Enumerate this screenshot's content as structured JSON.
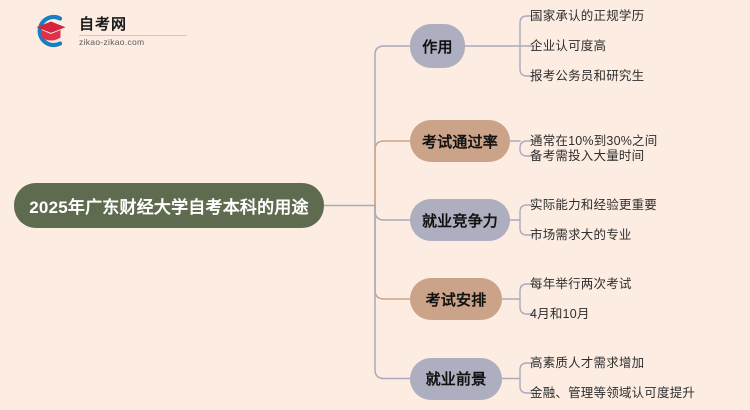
{
  "background_color": "#fcece1",
  "logo": {
    "icon": "graduation-cap-logo-icon",
    "name_cn": "自考网",
    "url": "zikao-zikao.com",
    "arc_color": "#1a7fc1",
    "cap_color": "#d6243c"
  },
  "root": {
    "label": "2025年广东财经大学自考本科的用途",
    "bg_color": "#5f6b4f",
    "text_color": "#ffffff"
  },
  "colors": {
    "lavender": "#adaec0",
    "tan": "#cba388",
    "link_lavender": "#a9aabe",
    "link_tan": "#cfa486",
    "leaf_text": "#2e2e2e"
  },
  "branches": [
    {
      "label": "作用",
      "bg_color": "#adaec0",
      "link_color": "#a9aabe",
      "leaves": [
        "国家承认的正规学历",
        "企业认可度高",
        "报考公务员和研究生"
      ]
    },
    {
      "label": "考试通过率",
      "bg_color": "#cba388",
      "link_color": "#cfa486",
      "leaves": [
        "通常在10%到30%之间",
        "备考需投入大量时间"
      ]
    },
    {
      "label": "就业竞争力",
      "bg_color": "#adaec0",
      "link_color": "#a9aabe",
      "leaves": [
        "实际能力和经验更重要",
        "市场需求大的专业"
      ]
    },
    {
      "label": "考试安排",
      "bg_color": "#cba388",
      "link_color": "#cfa486",
      "leaves": [
        "每年举行两次考试",
        "4月和10月"
      ]
    },
    {
      "label": "就业前景",
      "bg_color": "#adaec0",
      "link_color": "#a9aabe",
      "leaves": [
        "高素质人才需求增加",
        "金融、管理等领域认可度提升"
      ]
    }
  ]
}
